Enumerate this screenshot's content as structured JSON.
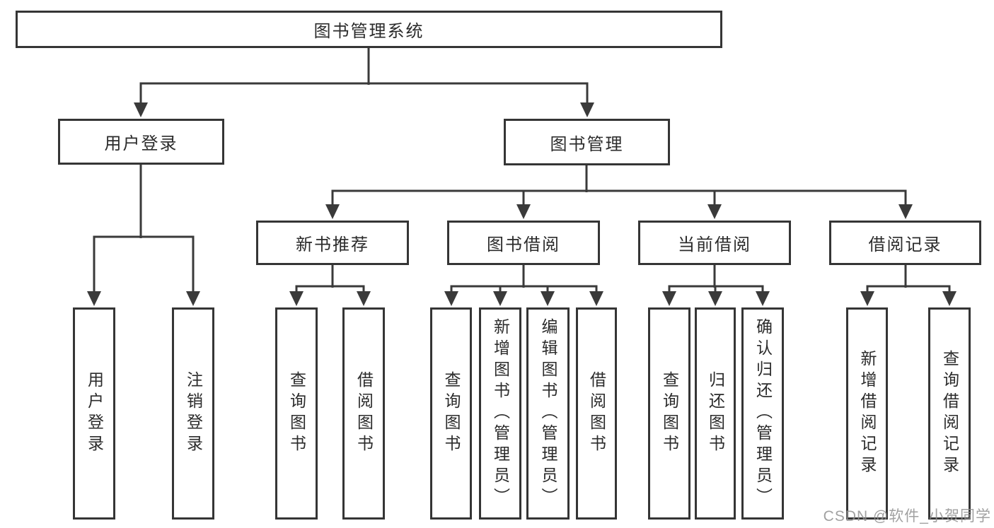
{
  "diagram": {
    "type": "hierarchy",
    "title": "图书管理系统",
    "nodes": {
      "root": {
        "label": "图书管理系统"
      },
      "user_login": {
        "label": "用户登录"
      },
      "book_mgmt": {
        "label": "图书管理"
      },
      "new_book_rec": {
        "label": "新书推荐"
      },
      "book_borrow": {
        "label": "图书借阅"
      },
      "current_borrow": {
        "label": "当前借阅"
      },
      "borrow_record": {
        "label": "借阅记录"
      },
      "leaf_user_login": {
        "label": "用户登录"
      },
      "leaf_logout": {
        "label": "注销登录"
      },
      "leaf_query_book_rec": {
        "label": "查询图书"
      },
      "leaf_borrow_book_rec": {
        "label": "借阅图书"
      },
      "leaf_query_book_borrow": {
        "label": "查询图书"
      },
      "leaf_add_book": {
        "label": "新增图书（管理员）"
      },
      "leaf_edit_book": {
        "label": "编辑图书（管理员）"
      },
      "leaf_borrow_book_borrow": {
        "label": "借阅图书"
      },
      "leaf_query_book_current": {
        "label": "查询图书"
      },
      "leaf_return_book": {
        "label": "归还图书"
      },
      "leaf_confirm_return": {
        "label": "确认归还（管理员）"
      },
      "leaf_add_borrow_record": {
        "label": "新增借阅记录"
      },
      "leaf_query_borrow_record": {
        "label": "查询借阅记录"
      }
    },
    "edges": [
      [
        "root",
        "user_login"
      ],
      [
        "root",
        "book_mgmt"
      ],
      [
        "user_login",
        "leaf_user_login"
      ],
      [
        "user_login",
        "leaf_logout"
      ],
      [
        "book_mgmt",
        "new_book_rec"
      ],
      [
        "book_mgmt",
        "book_borrow"
      ],
      [
        "book_mgmt",
        "current_borrow"
      ],
      [
        "book_mgmt",
        "borrow_record"
      ],
      [
        "new_book_rec",
        "leaf_query_book_rec"
      ],
      [
        "new_book_rec",
        "leaf_borrow_book_rec"
      ],
      [
        "book_borrow",
        "leaf_query_book_borrow"
      ],
      [
        "book_borrow",
        "leaf_add_book"
      ],
      [
        "book_borrow",
        "leaf_edit_book"
      ],
      [
        "book_borrow",
        "leaf_borrow_book_borrow"
      ],
      [
        "current_borrow",
        "leaf_query_book_current"
      ],
      [
        "current_borrow",
        "leaf_return_book"
      ],
      [
        "current_borrow",
        "leaf_confirm_return"
      ],
      [
        "borrow_record",
        "leaf_add_borrow_record"
      ],
      [
        "borrow_record",
        "leaf_query_borrow_record"
      ]
    ],
    "watermark": "CSDN @软件_小贺同学",
    "colors": {
      "line": "#3a3a3a",
      "text": "#2b2b2b",
      "watermark": "#919191",
      "background": "#ffffff"
    }
  }
}
